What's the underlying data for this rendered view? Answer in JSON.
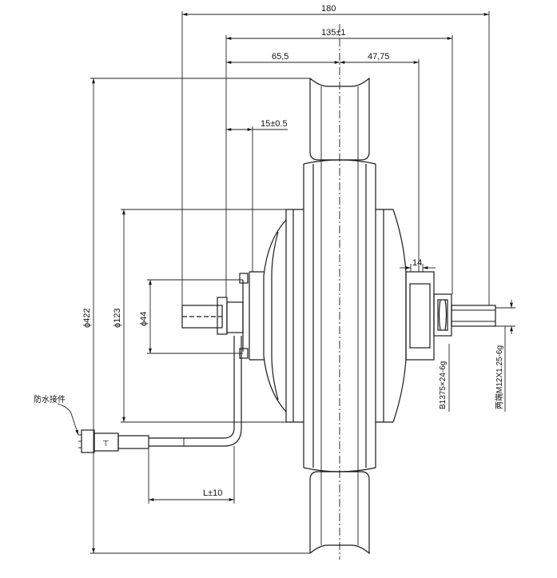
{
  "drawing": {
    "dims": {
      "overall_width": "180",
      "between_dropouts": "135±1",
      "left_half": "65,5",
      "right_half": "47,75",
      "flange_offset": "15±0.5",
      "small_offset": "14",
      "rim_diameter": "ϕ422",
      "hub_diameter": "ϕ123",
      "axle_diameter": "ϕ44",
      "cable_length": "L±10",
      "freewheel_thread": "B1375×24-6g",
      "axle_thread": "两端M12X1.25-6g",
      "connector_note": "防水接件"
    }
  }
}
